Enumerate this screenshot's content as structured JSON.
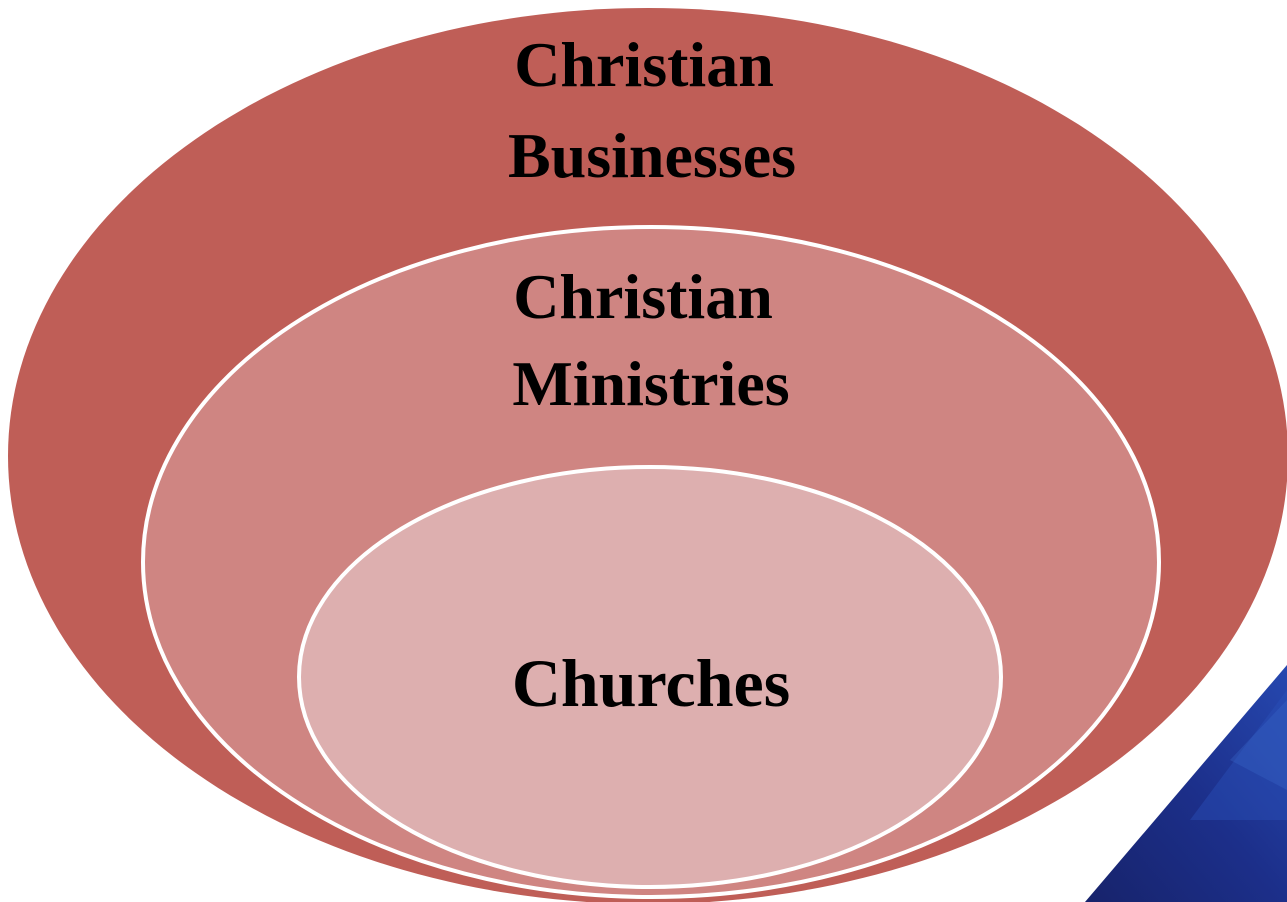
{
  "diagram": {
    "type": "nested-ellipses",
    "rings": [
      {
        "id": "outer",
        "lines": [
          "Christian",
          "Businesses"
        ],
        "fill": "#bf5e57"
      },
      {
        "id": "middle",
        "lines": [
          "Christian",
          "Ministries"
        ],
        "fill": "#cf8582"
      },
      {
        "id": "inner",
        "lines": [
          "Churches"
        ],
        "fill": "#ddafaf"
      }
    ],
    "outline_color": "#ffffff"
  },
  "decoration": {
    "corner_shape_colors": [
      "#1c2f8a",
      "#2648b0",
      "#17236b"
    ]
  }
}
